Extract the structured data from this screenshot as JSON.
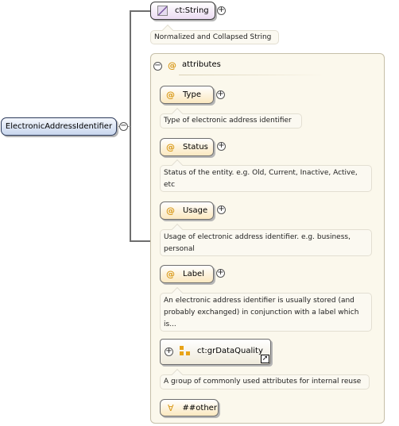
{
  "root": {
    "label": "ElectronicAddressIdentifier",
    "toggle": "−"
  },
  "type": {
    "label": "ct:String",
    "description": "Normalized and Collapsed String",
    "toggle": "+"
  },
  "attributes_group": {
    "label": "attributes",
    "toggle": "−",
    "symbol": "@"
  },
  "attributes": [
    {
      "name": "Type",
      "description": "Type of electronic address identifier"
    },
    {
      "name": "Status",
      "description": "Status of the entity. e.g. Old, Current, Inactive, Active, etc"
    },
    {
      "name": "Usage",
      "description": "Usage of electronic address identifier. e.g. business, personal"
    },
    {
      "name": "Label",
      "description": "An electronic address identifier is usually stored (and probably exchanged) in conjunction with a label which is..."
    }
  ],
  "attribute_group_ref": {
    "label": "ct:grDataQuality",
    "description": "A group of commonly used attributes for internal reuse",
    "toggle": "+"
  },
  "any_attribute": {
    "label": "##other",
    "symbol": "∀"
  },
  "colors": {
    "element_fill": "#c9d7ee",
    "type_fill": "#ecdcf3",
    "attribute_fill": "#fbe8bf",
    "attribute_symbol": "#d99a1b",
    "note_fill": "#fbf9f1"
  }
}
